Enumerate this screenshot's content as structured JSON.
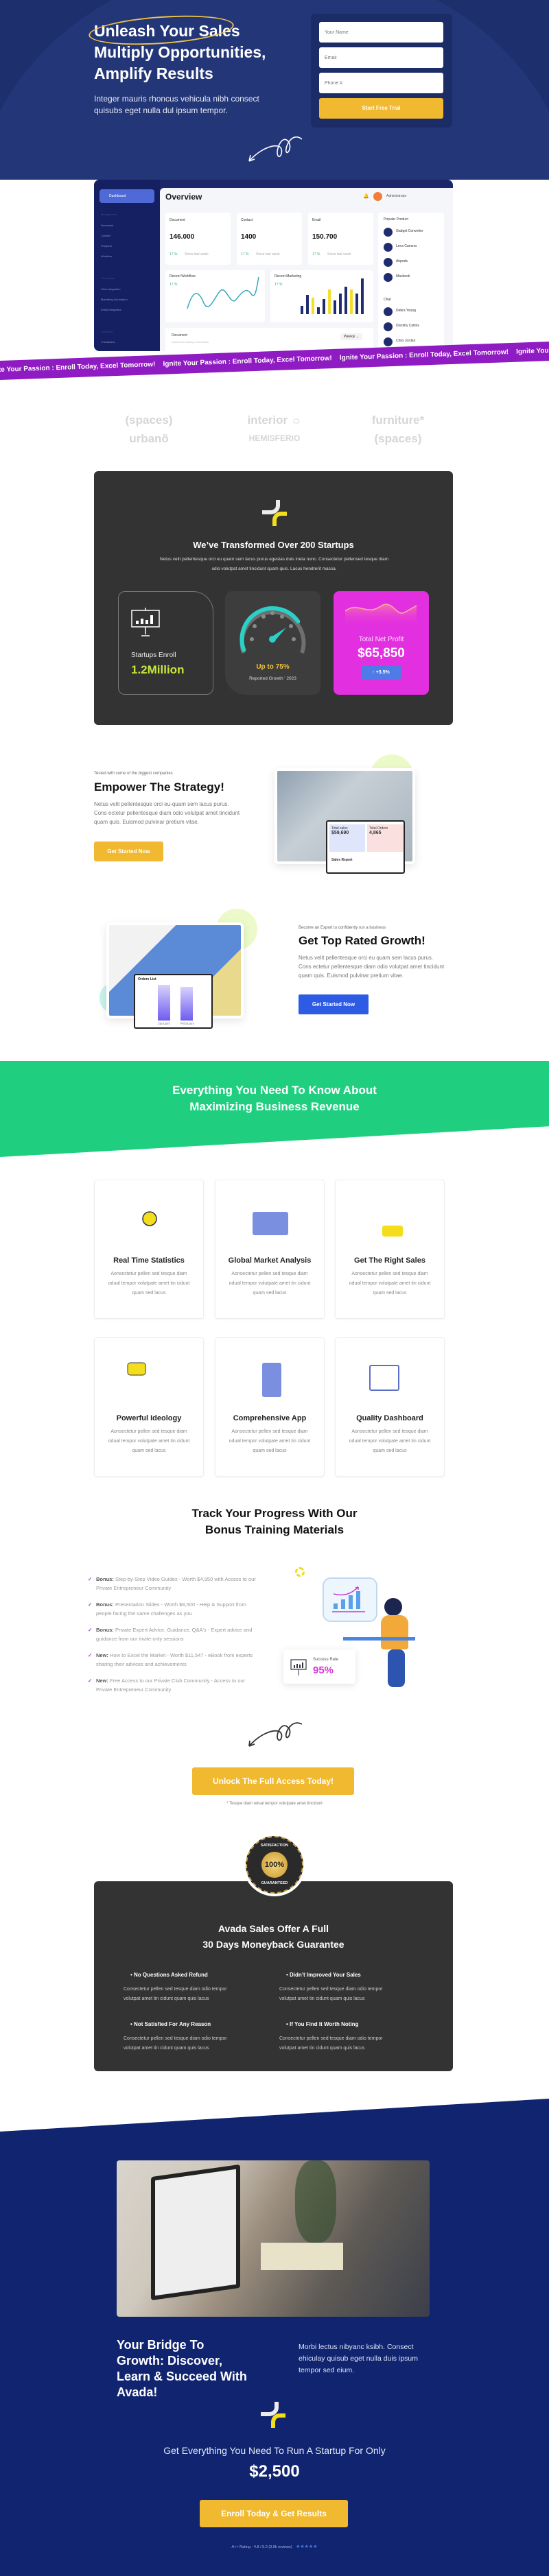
{
  "hero": {
    "title_highlight": "Unleash Your Sales",
    "title_line2": "Multiply Opportunities,",
    "title_line3": "Amplify Results",
    "paragraph": "Integer mauris rhoncus vehicula nibh consect quisubs eget nulla dul ipsum tempor.",
    "form": {
      "name_placeholder": "Your Name",
      "email_placeholder": "Email",
      "phone_placeholder": "Phone #",
      "submit_label": "Start Free Trial"
    }
  },
  "dashboard": {
    "nav_active": "Dashboard",
    "section_management": "Management",
    "management_items": [
      "Document",
      "Contact",
      "Prospect",
      "Workflow"
    ],
    "section_connection": "Connection",
    "connection_items": [
      "Chat Integration",
      "Marketing Automation",
      "Email Integration"
    ],
    "section_customer": "Customer",
    "customer_items": [
      "Transaction"
    ],
    "title": "Overview",
    "user": "Administrator",
    "stat_cards": [
      {
        "label": "Document",
        "value": "146.000",
        "change": "17 %",
        "since": "Since last week"
      },
      {
        "label": "Contact",
        "value": "1400",
        "change": "17 %",
        "since": "Since last week"
      },
      {
        "label": "Email",
        "value": "150.700",
        "change": "17 %",
        "since": "Since last week"
      }
    ],
    "workflow_title": "Recent Workflow",
    "workflow_change": "17 %",
    "marketing_title": "Recent Marketing",
    "marketing_change": "17 %",
    "popular_title": "Popular Product",
    "products": [
      "Gadget Converter",
      "Lens Camera",
      "Airpods",
      "Macbook"
    ],
    "chat_title": "Chat",
    "chats": [
      "Debra Young",
      "Dorothy Collins",
      "Chris Jordan"
    ],
    "doc_title": "Document",
    "doc_sub": "Document tracking information",
    "period": "Weekly"
  },
  "ribbon": {
    "text": "Ignite Your Passion : Enroll Today, Excel Tomorrow!"
  },
  "logos": [
    "(spaces)",
    "interior ☼",
    "furniture*",
    "urbanõ",
    "HEMISFERIO",
    "(spaces)"
  ],
  "stats": {
    "title": "We’ve Transformed Over 200 Startups",
    "paragraph": "Netus velit pellentesque orci eu quam sem lacus purus egestas duis ineta nunc. Consectetur pellensed tesque diam odio volutpat amet tincidunt quam quis. Lacus hendrerit massa.",
    "enroll_label": "Startups Enroll",
    "enroll_value": "1.2Million",
    "growth_value": "Up to 75%",
    "growth_label": "Reported Growth ' 2023",
    "growth_percent": 75,
    "profit_label": "Total Net Profit",
    "profit_value": "$65,850",
    "profit_change": "+3.5%",
    "colors": {
      "card": "#333333",
      "lime": "#c6e83a",
      "teal": "#2ad1c9",
      "magenta": "#e22fe0",
      "blue": "#4f7be6"
    }
  },
  "empower": {
    "eyebrow": "Tested with some of the biggest companies",
    "title": "Empower The Strategy!",
    "paragraph": "Netus velit pellentesque orci eu-quam sem lacus purus. Cons ectetur pellentesque diam odio volutpat amet tincidunt quam quis. Euismod pulvinar pretium vitae.",
    "button": "Get Started Now",
    "mock": {
      "sales_label": "Total sales",
      "sales_value": "$59,690",
      "orders_label": "Total Orders",
      "orders_value": "4,865",
      "report": "Sales Report"
    }
  },
  "growth": {
    "eyebrow": "Become an Expert to confidently run a business",
    "title": "Get Top Rated Growth!",
    "paragraph": "Netus velit pellentesque orci eu quam sem lacus purus. Cons ectetur pellentesque diam odio volutpat amet tincidunt quam quis. Euismod pulvinar pretium vitae.",
    "button": "Get Started Now",
    "mock": {
      "title": "Orders List",
      "months": [
        "January",
        "February"
      ]
    }
  },
  "features": {
    "title_line1": "Everything You Need To Know About",
    "title_line2": "Maximizing Business Revenue",
    "items": [
      {
        "title": "Real Time Statistics",
        "desc": "Aonsectetur pellen sed tesque diam odual tempor volutpate amet tin cidunt quam sed lacus",
        "icon": "statistics-gear-icon"
      },
      {
        "title": "Global Market Analysis",
        "desc": "Aonsectetur pellen sed tesque diam odual tempor volutpate amet tin cidunt quam sed lacus",
        "icon": "monitor-document-icon"
      },
      {
        "title": "Get The Right Sales",
        "desc": "Aonsectetur pellen sed tesque diam odual tempor volutpate amet tin cidunt quam sed lacus",
        "icon": "sales-report-icon"
      },
      {
        "title": "Powerful Ideology",
        "desc": "Aonsectetur pellen sed tesque diam odual tempor volutpate amet tin cidunt quam sed lacus",
        "icon": "idea-person-icon"
      },
      {
        "title": "Comprehensive App",
        "desc": "Aonsectetur pellen sed tesque diam odual tempor volutpate amet tin cidunt quam sed lacus",
        "icon": "mobile-payment-icon"
      },
      {
        "title": "Quality Dashboard",
        "desc": "Aonsectetur pellen sed tesque diam odual tempor volutpate amet tin cidunt quam sed lacus",
        "icon": "dashboard-click-icon"
      }
    ]
  },
  "bonus": {
    "title_line1": "Track Your Progress With Our",
    "title_line2": "Bonus Training Materials",
    "items": [
      {
        "tag": "Bonus:",
        "text": "Step-by-Step Video Guides - Worth $4,950 with Access to our Private Entrepreneur Community"
      },
      {
        "tag": "Bonus:",
        "text": "Presentation Slides - Worth $8,500 - Help & Support from people facing the same challenges as you"
      },
      {
        "tag": "Bonus:",
        "text": "Private Expert Advice, Guidance, Q&A's - Expert advice and guidance from our invite-only sessions"
      },
      {
        "tag": "New:",
        "text": "How to Excel the Market - Worth $11,547 - eBook from experts sharing their advices and achievements"
      },
      {
        "tag": "New:",
        "text": "Free Access to our Private Club Community - Access to our Private Entrepreneur Community"
      }
    ],
    "success_label": "Success Rate",
    "success_value": "95%",
    "cta": "Unlock The Full Access Today!",
    "note": "* Tesque diam odual tempor volutpate amet tincidunt"
  },
  "badge": {
    "top": "SATISFACTION",
    "center": "100%",
    "bottom": "GUARANTEED"
  },
  "guarantee": {
    "title_line1": "Avada Sales Offer A Full",
    "title_line2": "30 Days Moneyback Guarantee",
    "items": [
      {
        "title": "No Questions Asked Refund",
        "desc": "Consectetur pellen sed tesque diam odio tempor volutpat amet tin cidunt quam quis lacus"
      },
      {
        "title": "Didn’t Improved Your Sales",
        "desc": "Consectetur pellen sed tesque diam odio tempor volutpat amet tin cidunt quam quis lacus"
      },
      {
        "title": "Not Satisfied For Any Reason",
        "desc": "Consectetur pellen sed tesque diam odio tempor volutpat amet tin cidunt quam quis lacus"
      },
      {
        "title": "If You Find It Worth Noting",
        "desc": "Consectetur pellen sed tesque diam odio tempor volutpat amet tin cidunt quam quis lacus"
      }
    ]
  },
  "final": {
    "title": "Your Bridge To Growth: Discover, Learn & Succeed With Avada!",
    "paragraph": "Morbi lectus nibyanc ksibh. Consect ehiculay quisub eget nulla duis ipsum tempor sed eium.",
    "offer": "Get Everything You Need To Run A Startup For Only",
    "price": "$2,500",
    "cta": "Enroll Today & Get Results",
    "rating": "A++ Rating - 4.8 / 5.0 (3.9k reviews)",
    "stars": 5
  },
  "colors": {
    "hero": "#233678",
    "accent_yellow": "#f0b92f",
    "green": "#1fcf7f",
    "purple": "#8f1bc2",
    "dark": "#333333",
    "blue_button": "#2d5be3",
    "footer_blue": "#10246f"
  }
}
